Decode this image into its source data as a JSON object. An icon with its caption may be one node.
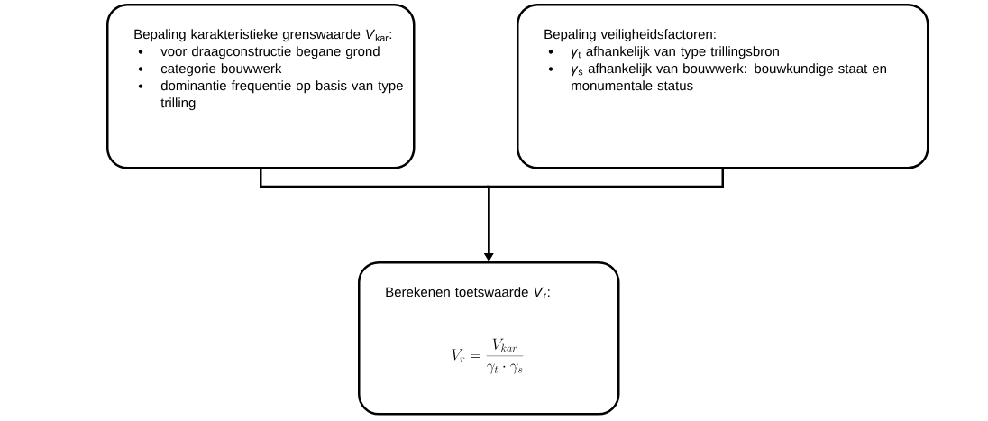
{
  "diagram": {
    "nodes": [
      {
        "text": [
          "Bepaling karakteristieke grenswaarde *V*$_{kar}$:",
          "voor draagconstructie begane grond",
          "categorie bouwwerk",
          "dominantie frequentie op basis van type trilling"
        ]
      },
      {
        "text": [
          "Bepaling veiligheidsfactoren:",
          "*γ*$_{t}$ afhankelijk van type trillingsbron",
          "*γ*$_{s}$ afhankelijk van bouwwerk: bouwkundige staat en monumentale status"
        ]
      },
      {
        "text": [
          "Berekenen toetswaarde *V*$_{r}$:",
          "V_r = \\frac{V_{kar}}{\\gamma_t \\cdot \\gamma_s}"
        ]
      }
    ],
    "edges": [
      {
        "from": 0,
        "to": 2,
        "arrow": "to"
      },
      {
        "from": 1,
        "to": 2,
        "arrow": "to"
      }
    ]
  }
}
